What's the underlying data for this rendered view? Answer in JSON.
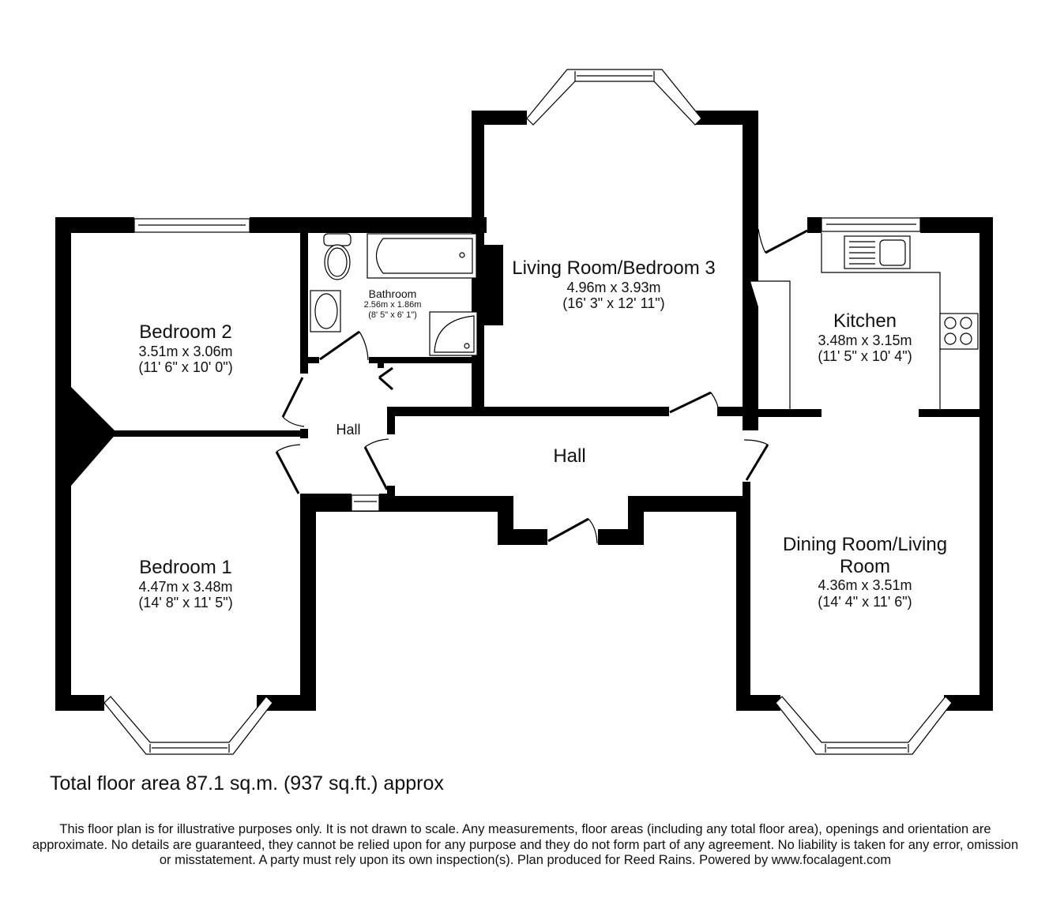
{
  "plan": {
    "wall_color": "#000000",
    "background_color": "#ffffff",
    "rooms": [
      {
        "id": "bedroom-2",
        "name": "Bedroom 2",
        "metric": "3.51m x 3.06m",
        "imperial": "(11' 6\" x 10' 0\")"
      },
      {
        "id": "bathroom",
        "name": "Bathroom",
        "metric": "2.56m x 1.86m",
        "imperial": "(8' 5\" x 6' 1\")"
      },
      {
        "id": "living-room-bedroom-3",
        "name": "Living Room/Bedroom 3",
        "metric": "4.96m x 3.93m",
        "imperial": "(16' 3\" x 12' 11\")"
      },
      {
        "id": "kitchen",
        "name": "Kitchen",
        "metric": "3.48m x 3.15m",
        "imperial": "(11' 5\" x 10' 4\")"
      },
      {
        "id": "hall-small",
        "name": "Hall"
      },
      {
        "id": "hall-main",
        "name": "Hall"
      },
      {
        "id": "bedroom-1",
        "name": "Bedroom 1",
        "metric": "4.47m x 3.48m",
        "imperial": "(14' 8\" x 11' 5\")"
      },
      {
        "id": "dining-living",
        "name_line1": "Dining Room/Living",
        "name_line2": "Room",
        "metric": "4.36m x 3.51m",
        "imperial": "(14' 4\" x 11' 6\")"
      }
    ]
  },
  "footer": {
    "total_area": "Total floor area 87.1 sq.m. (937 sq.ft.) approx",
    "disclaimer": "This floor plan is for illustrative purposes only. It is not drawn to scale. Any measurements, floor areas (including any total floor area), openings and orientation are approximate. No details are guaranteed, they cannot be relied upon for any purpose and they do not form part of any agreement. No liability is taken for any error, omission or misstatement. A party must rely upon its own inspection(s). Plan produced for Reed Rains. Powered by www.focalagent.com"
  }
}
